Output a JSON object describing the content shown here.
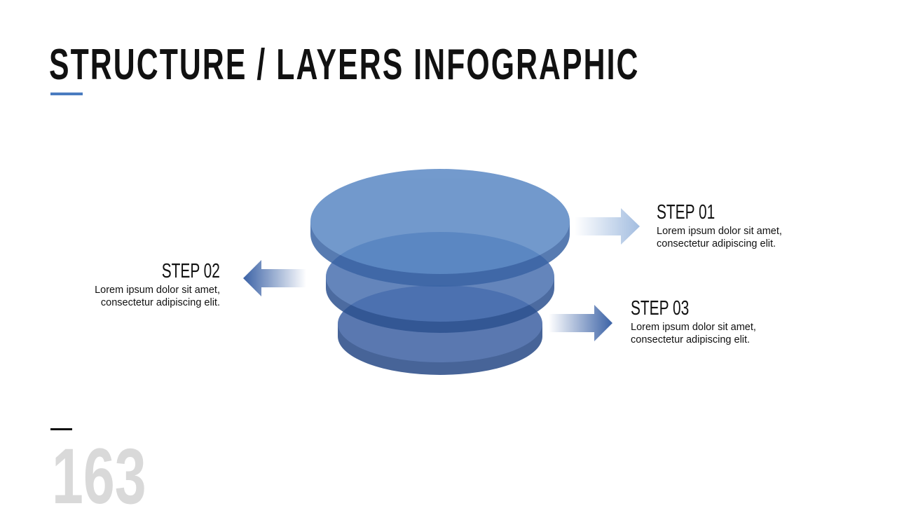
{
  "title": "STRUCTURE / LAYERS INFOGRAPHIC",
  "accent_color": "#4a7cc0",
  "steps": [
    {
      "label": "STEP 01",
      "line1": "Lorem ipsum dolor sit amet,",
      "line2": "consectetur adipiscing elit."
    },
    {
      "label": "STEP 02",
      "line1": "Lorem ipsum dolor sit amet,",
      "line2": "consectetur adipiscing elit."
    },
    {
      "label": "STEP 03",
      "line1": "Lorem ipsum dolor sit amet,",
      "line2": "consectetur adipiscing elit."
    }
  ],
  "page_number": "163"
}
